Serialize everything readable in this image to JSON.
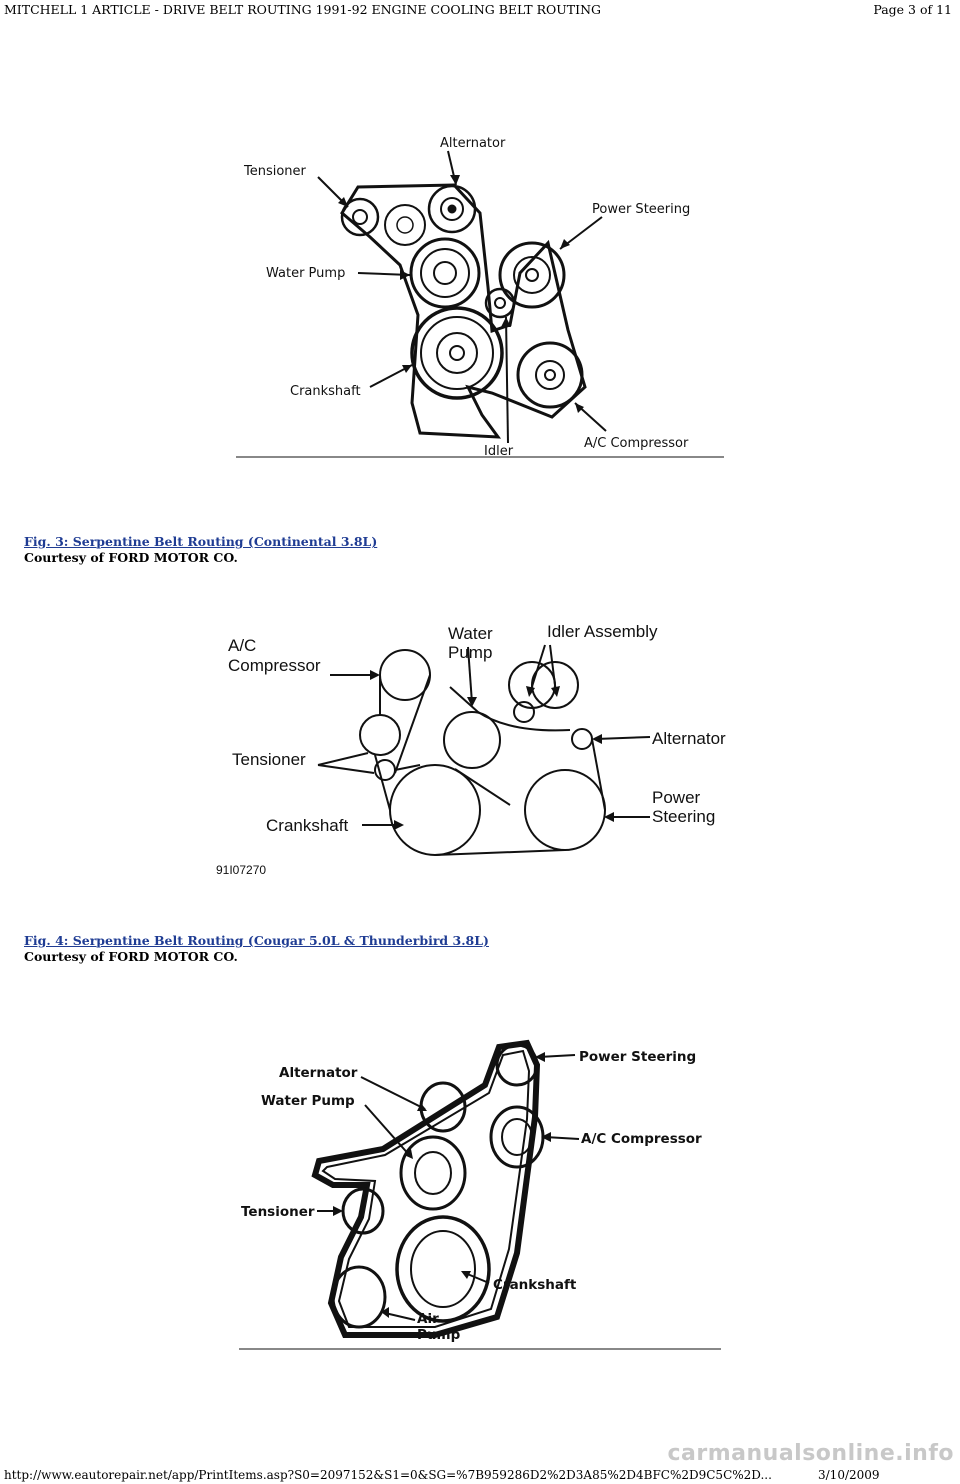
{
  "header": {
    "title": "MITCHELL 1 ARTICLE - DRIVE BELT ROUTING 1991-92 ENGINE COOLING BELT ROUTING",
    "page": "Page 3 of 11"
  },
  "figure1": {
    "labels": {
      "alternator": "Alternator",
      "tensioner": "Tensioner",
      "power_steering": "Power Steering",
      "water_pump": "Water Pump",
      "crankshaft": "Crankshaft",
      "idler": "Idler",
      "ac_compressor": "A/C Compressor"
    },
    "caption": "Fig. 3: Serpentine Belt Routing (Continental 3.8L)",
    "courtesy": "Courtesy of FORD MOTOR CO."
  },
  "figure2": {
    "labels": {
      "ac_compressor_line1": "A/C",
      "ac_compressor_line2": "Compressor",
      "water_pump_line1": "Water",
      "water_pump_line2": "Pump",
      "idler_assembly": "Idler Assembly",
      "alternator": "Alternator",
      "tensioner": "Tensioner",
      "power_steering_line1": "Power",
      "power_steering_line2": "Steering",
      "crankshaft": "Crankshaft",
      "code": "91I07270"
    },
    "caption": "Fig. 4: Serpentine Belt Routing (Cougar 5.0L & Thunderbird 3.8L)",
    "courtesy": "Courtesy of FORD MOTOR CO."
  },
  "figure3": {
    "labels": {
      "power_steering": "Power Steering",
      "alternator": "Alternator",
      "water_pump": "Water Pump",
      "ac_compressor": "A/C Compressor",
      "tensioner": "Tensioner",
      "crankshaft": "Crankshaft",
      "air_pump_line1": "Air",
      "air_pump_line2": "Pump"
    }
  },
  "footer": {
    "url": "http://www.eautorepair.net/app/PrintItems.asp?S0=2097152&S1=0&SG=%7B959286D2%2D3A85%2D4BFC%2D9C5C%2D...",
    "date": "3/10/2009",
    "watermark": "carmanualsonline.info"
  }
}
